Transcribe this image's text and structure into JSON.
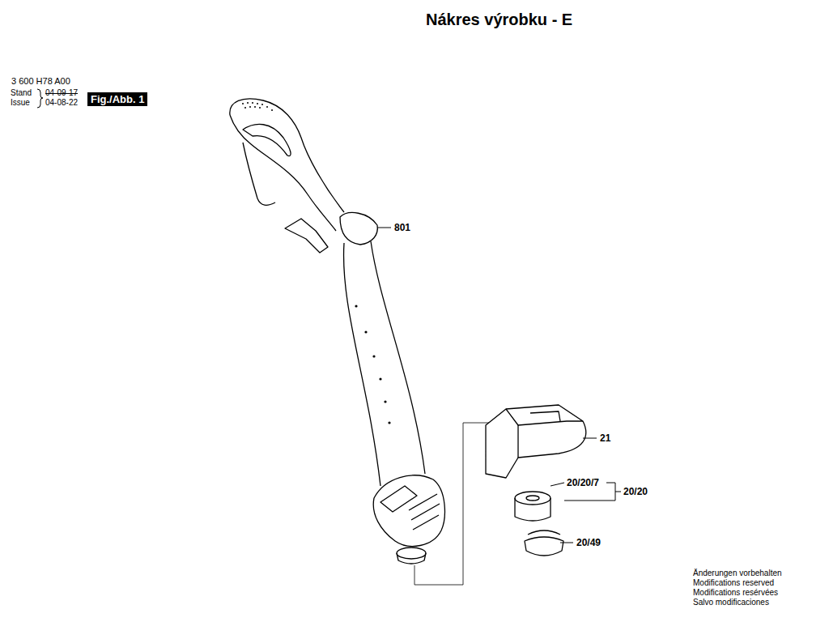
{
  "diagram": {
    "title": "Nákres výrobku - E",
    "labels": [
      "3 600 H78 A00",
      "Stand",
      "04-09-17",
      "Issue",
      "04-08-22",
      "Fig./Abb. 1",
      "801",
      "21",
      "20/20/7",
      "20/20",
      "20/49",
      "Änderungen vorbehalten",
      "Modifications reserved",
      "Modifications resérvées",
      "Salvo modificaciones"
    ]
  }
}
